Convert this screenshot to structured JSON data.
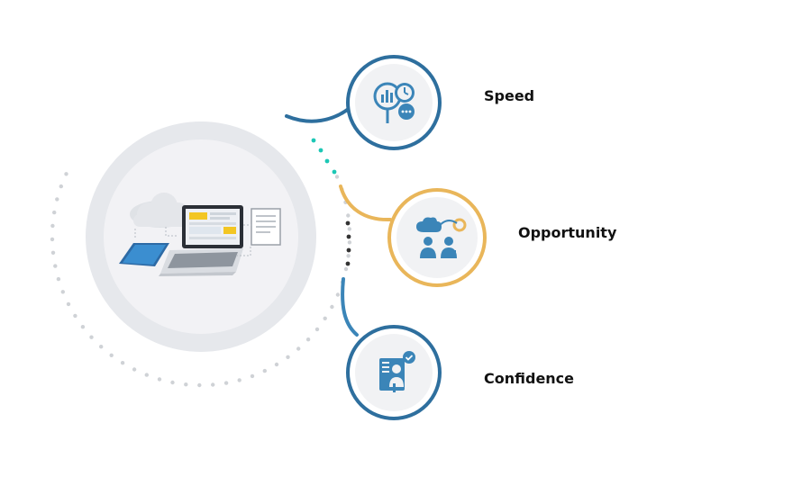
{
  "items": [
    {
      "label": "Speed",
      "icon": "analytics-speed-icon",
      "color": "#2e6f9e"
    },
    {
      "label": "Opportunity",
      "icon": "growth-opportunity-icon",
      "color": "#e9b65a"
    },
    {
      "label": "Confidence",
      "icon": "verified-person-icon",
      "color": "#2e6f9e"
    }
  ],
  "hub": {
    "icon": "cloud-devices-icon"
  },
  "colors": {
    "dots_gray": "#cfd2d6",
    "teal_dots": "#1cc7b5",
    "dark_dots": "#333333",
    "ring_bg": "#e6e8ec",
    "icon_bg": "#f1f2f4",
    "icon_blue": "#3b85b8"
  }
}
